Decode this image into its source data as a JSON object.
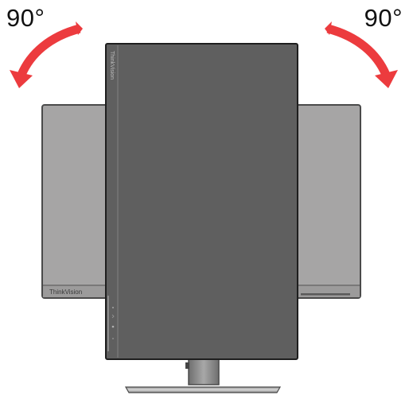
{
  "rotation": {
    "left_angle": "90°",
    "right_angle": "90°"
  },
  "monitor": {
    "brand": "ThinkVision"
  },
  "colors": {
    "arrow": "#ec3b3e",
    "bezel": "#5f5f5f",
    "ghost_panel": "#a5a4a4",
    "stand": "#888888"
  },
  "icons": {
    "left_arrow": "counterclockwise-curved-arrow",
    "right_arrow": "clockwise-curved-arrow"
  }
}
